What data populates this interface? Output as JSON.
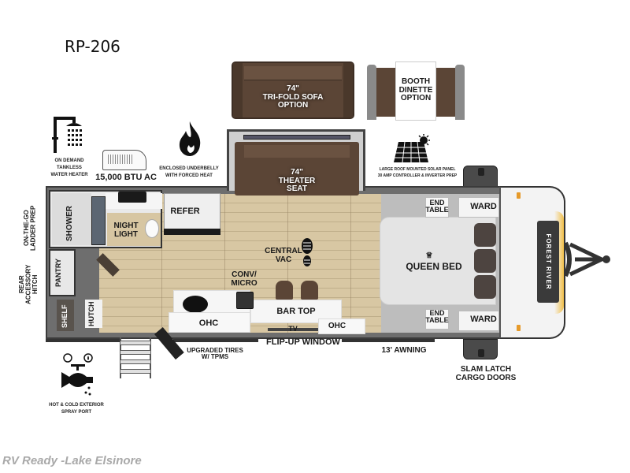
{
  "model": "RP-206",
  "watermark": "RV Ready -Lake Elsinore",
  "options": {
    "sofa": {
      "size": "74\"",
      "name": "TRI-FOLD SOFA",
      "suffix": "OPTION"
    },
    "booth": {
      "line1": "BOOTH",
      "line2": "DINETTE",
      "line3": "OPTION"
    }
  },
  "features": {
    "water_heater": {
      "line1": "ON DEMAND",
      "line2": "TANKLESS",
      "line3": "WATER HEATER",
      "icon": "shower-icon"
    },
    "ac": {
      "label": "15,000 BTU AC",
      "icon": "ac-unit-icon"
    },
    "underbelly": {
      "line1": "ENCLOSED UNDERBELLY",
      "line2": "WITH FORCED HEAT",
      "icon": "flame-icon"
    },
    "solar": {
      "line1": "LARGE ROOF MOUNTED SOLAR PANEL",
      "line2": "30 AMP CONTROLLER & INVERTER PREP",
      "icon": "solar-panel-icon"
    },
    "spray_port": {
      "line1": "HOT & COLD EXTERIOR",
      "line2": "SPRAY PORT",
      "icon": "faucet-icon"
    },
    "tires": {
      "line1": "UPGRADED TIRES",
      "line2": "W/ TPMS"
    },
    "awning": "13' AWNING",
    "window": "FLIP-UP WINDOW",
    "cargo": {
      "line1": "SLAM LATCH",
      "line2": "CARGO DOORS"
    },
    "ladder": {
      "line1": "ON-THE-GO",
      "line2": "LADDER PREP"
    },
    "hitch": {
      "line1": "REAR",
      "line2": "ACCESSORY",
      "line3": "HITCH"
    }
  },
  "rooms": {
    "theater": {
      "size": "74\"",
      "line1": "THEATER",
      "line2": "SEAT"
    },
    "shower": "SHOWER",
    "night_light": {
      "line1": "NIGHT",
      "line2": "LIGHT"
    },
    "refer": "REFER",
    "pantry": "PANTRY",
    "shelf": "SHELF",
    "hutch": "HUTCH",
    "central_vac": {
      "line1": "CENTRAL",
      "line2": "VAC"
    },
    "conv_micro": {
      "line1": "CONV/",
      "line2": "MICRO"
    },
    "bar_top": "BAR TOP",
    "ohc_left": "OHC",
    "ohc_right": "OHC",
    "tv": "TV",
    "queen_bed": "QUEEN BED",
    "end_table_top": {
      "line1": "END",
      "line2": "TABLE"
    },
    "end_table_bottom": {
      "line1": "END",
      "line2": "TABLE"
    },
    "ward_top": "WARD",
    "ward_bottom": "WARD",
    "brand": "FOREST RIVER"
  },
  "colors": {
    "furniture_brown": "#5b4536",
    "floor": "#d8c7a3",
    "wall": "#6e6e6e",
    "accent_amber": "#f2c04a",
    "watermark": "#a9a9a9"
  }
}
